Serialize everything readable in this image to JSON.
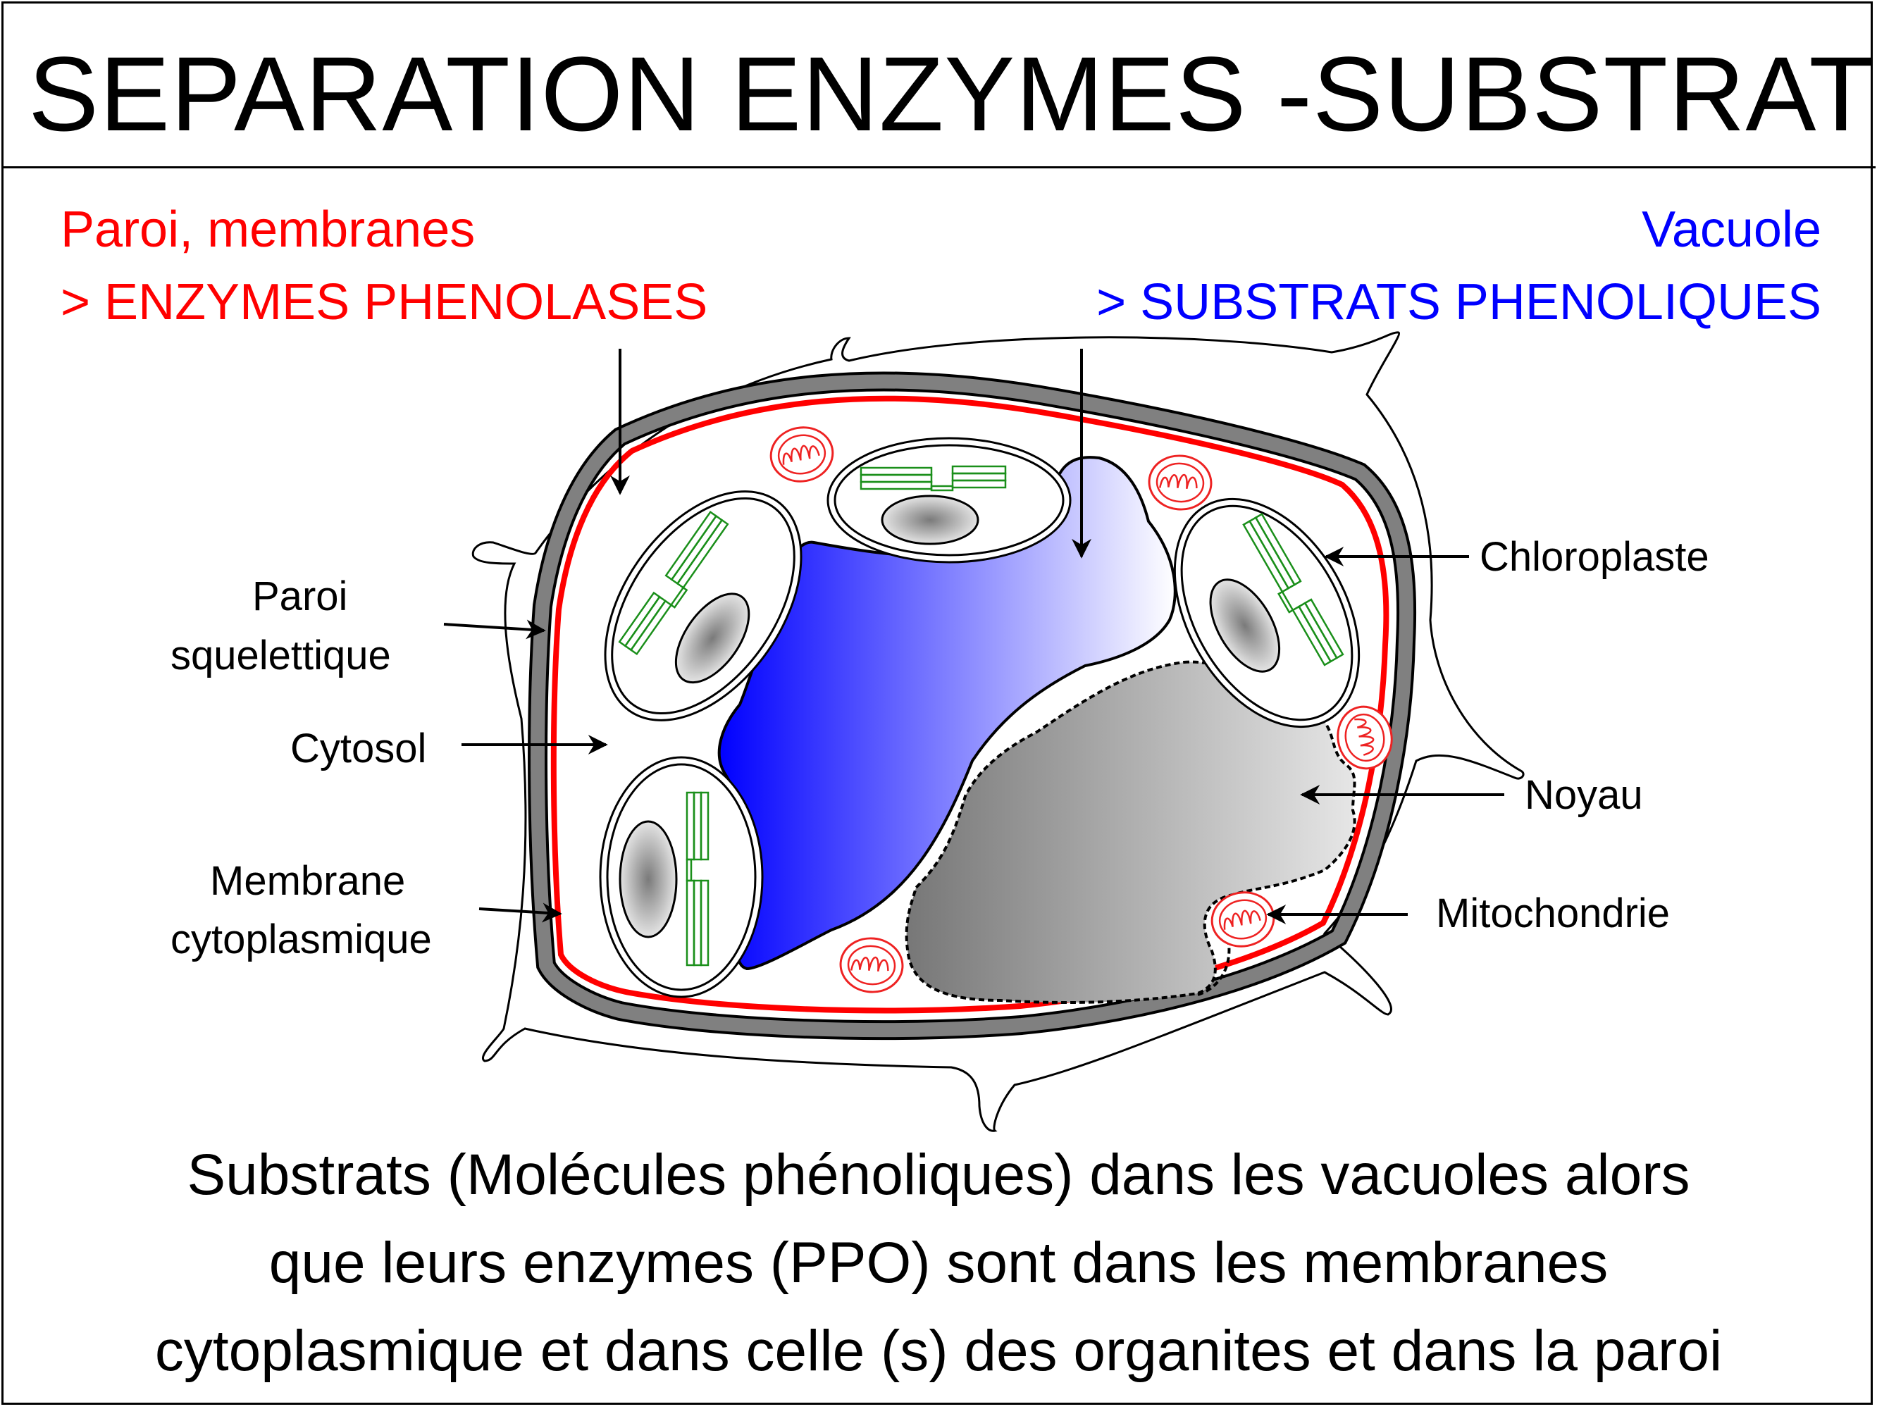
{
  "title": "SEPARATION  ENZYMES -SUBSTRATS",
  "header_left": {
    "line1": "Paroi, membranes",
    "line2": "> ENZYMES PHENOLASES",
    "color": "#ff0000"
  },
  "header_right": {
    "line1": "Vacuole",
    "line2": "> SUBSTRATS PHENOLIQUES",
    "color": "#0000ff"
  },
  "labels_left": {
    "paroi_line1": "Paroi",
    "paroi_line2": "squelettique",
    "cytosol": "Cytosol",
    "membrane_line1": "Membrane",
    "membrane_line2": "cytoplasmique"
  },
  "labels_right": {
    "chloroplaste": "Chloroplaste",
    "noyau": "Noyau",
    "mitochondrie": "Mitochondrie"
  },
  "caption": {
    "line1": "Substrats (Molécules phénoliques) dans les vacuoles alors",
    "line2": "que leurs enzymes (PPO) sont dans les membranes",
    "line3": "cytoplasmique et dans celle (s) des organites et dans la paroi"
  },
  "colors": {
    "membrane": "#ff0000",
    "wall": "#808080",
    "vacuole_dark": "#0000ff",
    "vacuole_light": "#ffffff",
    "nucleus_dark": "#777777",
    "nucleus_light": "#e6e6e6",
    "thylakoid": "#1a8f1a",
    "mitochondria": "#ee2222"
  }
}
